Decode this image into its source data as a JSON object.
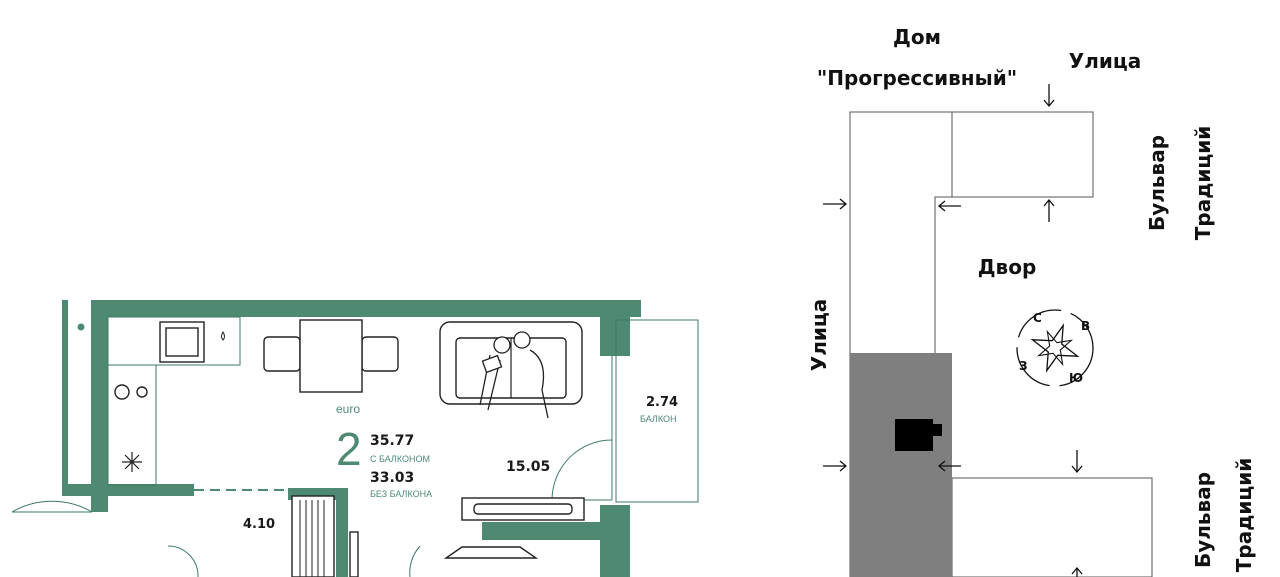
{
  "plan": {
    "type_label": "euro",
    "rooms_count": "2",
    "area_with_balcony": "35.77",
    "with_balcony_caption": "С БАЛКОНОМ",
    "area_without_balcony": "33.03",
    "without_balcony_caption": "БЕЗ БАЛКОНА",
    "living_room_area": "15.05",
    "balcony_area": "2.74",
    "balcony_caption": "БАЛКОН",
    "bathroom_area": "4.10"
  },
  "site": {
    "house_line1": "Дом",
    "house_line2": "\"Прогрессивный\"",
    "street_top": "Улица",
    "street_left": "Улица",
    "boulevard_top_line1": "Бульвар",
    "boulevard_top_line2": "Традиций",
    "boulevard_bottom_line1": "Бульвар",
    "boulevard_bottom_line2": "Традиций",
    "courtyard": "Двор",
    "compass": {
      "north": "С",
      "east": "В",
      "south": "Ю",
      "west": "З"
    }
  },
  "colors": {
    "wall": "#4e8a72",
    "highlight_block": "#7f7f7f",
    "apartment_marker": "#000000"
  }
}
